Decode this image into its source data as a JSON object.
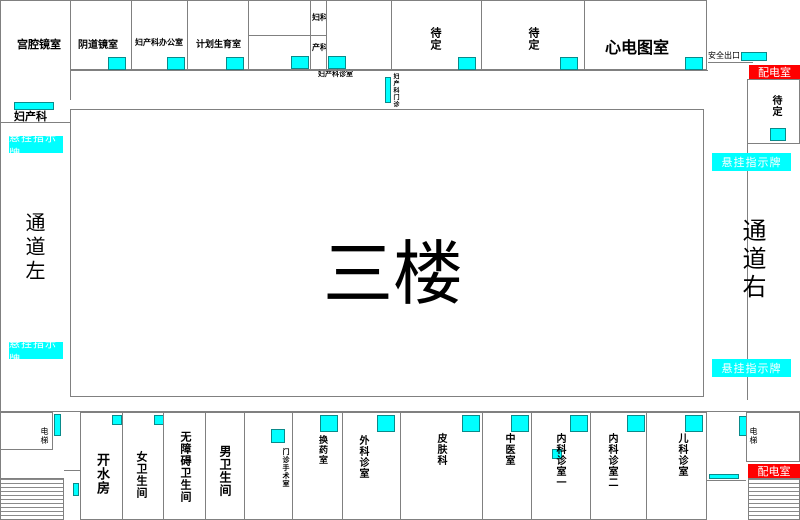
{
  "floor_title": "三楼",
  "corridors": {
    "left": "通道左",
    "right": "通道右"
  },
  "top_rooms": {
    "colposcopy": "宫腔镜室",
    "vaginoscopy": "阴道镜室",
    "ob_gyn_office": "妇产科办公室",
    "family_planning": "计划生育室",
    "ob_gyn_small_1": "妇科",
    "ob_gyn_small_2": "产科",
    "ob_gyn_clinic_room": "妇产科诊室",
    "pending_1": "待定",
    "pending_2": "待定",
    "ecg": "心电图室",
    "pending_right": "待定"
  },
  "left_wing": {
    "ob_gyn": "妇产科"
  },
  "ob_gyn_clinic_vertical": "妇产科门诊",
  "safety_exit": "安全出口",
  "power_room": "配电室",
  "hanging_sign": "悬挂指示牌",
  "elevator": "电梯",
  "bottom_rooms": {
    "boiler": "开水房",
    "women_wc": "女卫生间",
    "accessible_wc": "无障碍卫生间",
    "men_wc": "男卫生间",
    "surgery": "门诊手术室",
    "dressing": "换药室",
    "surgery_clinic": "外科诊室",
    "dermatology": "皮肤科",
    "tcm": "中医室",
    "internal_1": "内科诊室一",
    "internal_2": "内科诊室二",
    "pediatrics": "儿科诊室"
  },
  "colors": {
    "door": "#00ffff",
    "power": "#ff0000",
    "wall": "#808080"
  }
}
